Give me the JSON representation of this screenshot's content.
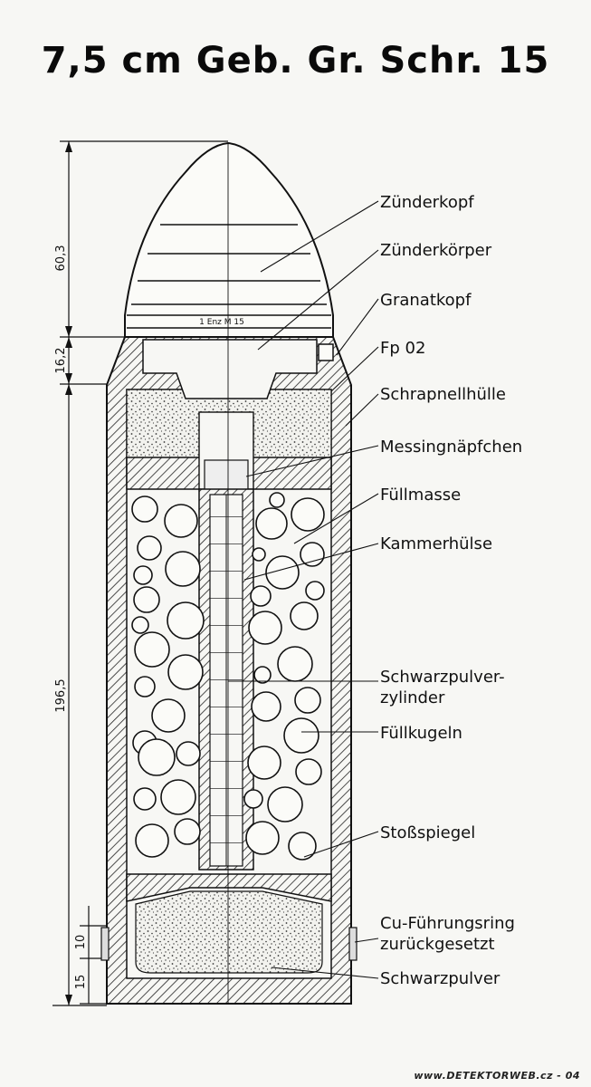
{
  "title": "7,5 cm Geb. Gr. Schr. 15",
  "fuze_marking": "1 Enz M 15",
  "dimensions": {
    "fuze_height": "60,3",
    "head_height": "16,2",
    "body_length": "196,5",
    "ring_width": "10",
    "ring_offset": "15"
  },
  "labels": [
    "Zünderkopf",
    "Zünderkörper",
    "Granatkopf",
    "Fp 02",
    "Schrapnellhülle",
    "Messingnäpfchen",
    "Füllmasse",
    "Kammerhülse",
    "Schwarzpulver-",
    "zylinder",
    "Füllkugeln",
    "Stoßspiegel",
    "Cu-Führungsring",
    "zurückgesetzt",
    "Schwarzpulver"
  ],
  "credit": "www.DETEKTORWEB.cz - 04"
}
